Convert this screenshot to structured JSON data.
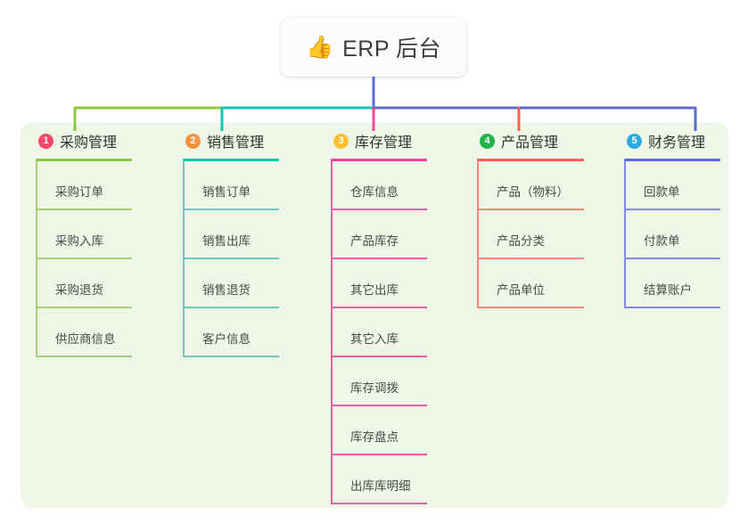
{
  "root": {
    "icon": "thumbs-up-icon",
    "icon_glyph": "👍",
    "label": "ERP 后台"
  },
  "panel": {
    "background": "#eef7e7"
  },
  "columns": [
    {
      "number": "1",
      "title": "采购管理",
      "badge_color": "#f2486b",
      "rule_color": "#8cc63e",
      "line_color": "#a5cf7a",
      "items": [
        {
          "label": "采购订单"
        },
        {
          "label": "采购入库"
        },
        {
          "label": "采购退货"
        },
        {
          "label": "供应商信息"
        }
      ]
    },
    {
      "number": "2",
      "title": "销售管理",
      "badge_color": "#f5933c",
      "rule_color": "#14c4b4",
      "line_color": "#6cc8c0",
      "items": [
        {
          "label": "销售订单"
        },
        {
          "label": "销售出库"
        },
        {
          "label": "销售退货"
        },
        {
          "label": "客户信息"
        }
      ]
    },
    {
      "number": "3",
      "title": "库存管理",
      "badge_color": "#fbc02d",
      "rule_color": "#ec4899",
      "line_color": "#e7609f",
      "items": [
        {
          "label": "仓库信息"
        },
        {
          "label": "产品库存"
        },
        {
          "label": "其它出库"
        },
        {
          "label": "其它入库"
        },
        {
          "label": "库存调拨"
        },
        {
          "label": "库存盘点"
        },
        {
          "label": "出库库明细"
        }
      ]
    },
    {
      "number": "4",
      "title": "产品管理",
      "badge_color": "#22b24c",
      "rule_color": "#f4614f",
      "line_color": "#f08878",
      "items": [
        {
          "label": "产品（物料）"
        },
        {
          "label": "产品分类"
        },
        {
          "label": "产品单位"
        }
      ]
    },
    {
      "number": "5",
      "title": "财务管理",
      "badge_color": "#29abe2",
      "rule_color": "#5b6bd0",
      "line_color": "#7f8ddb",
      "items": [
        {
          "label": "回款单"
        },
        {
          "label": "付款单"
        },
        {
          "label": "结算账户"
        }
      ]
    }
  ],
  "connectors": {
    "trunk_color": "#5b6bd0",
    "bus_segment_1_color": "#8cc63e",
    "bus_segment_2_color": "#14c4b4",
    "bus_segment_3_color": "#5b6bd0",
    "drop_colors": [
      "#8cc63e",
      "#14c4b4",
      "#ec4899",
      "#f4614f",
      "#5b6bd0"
    ]
  }
}
